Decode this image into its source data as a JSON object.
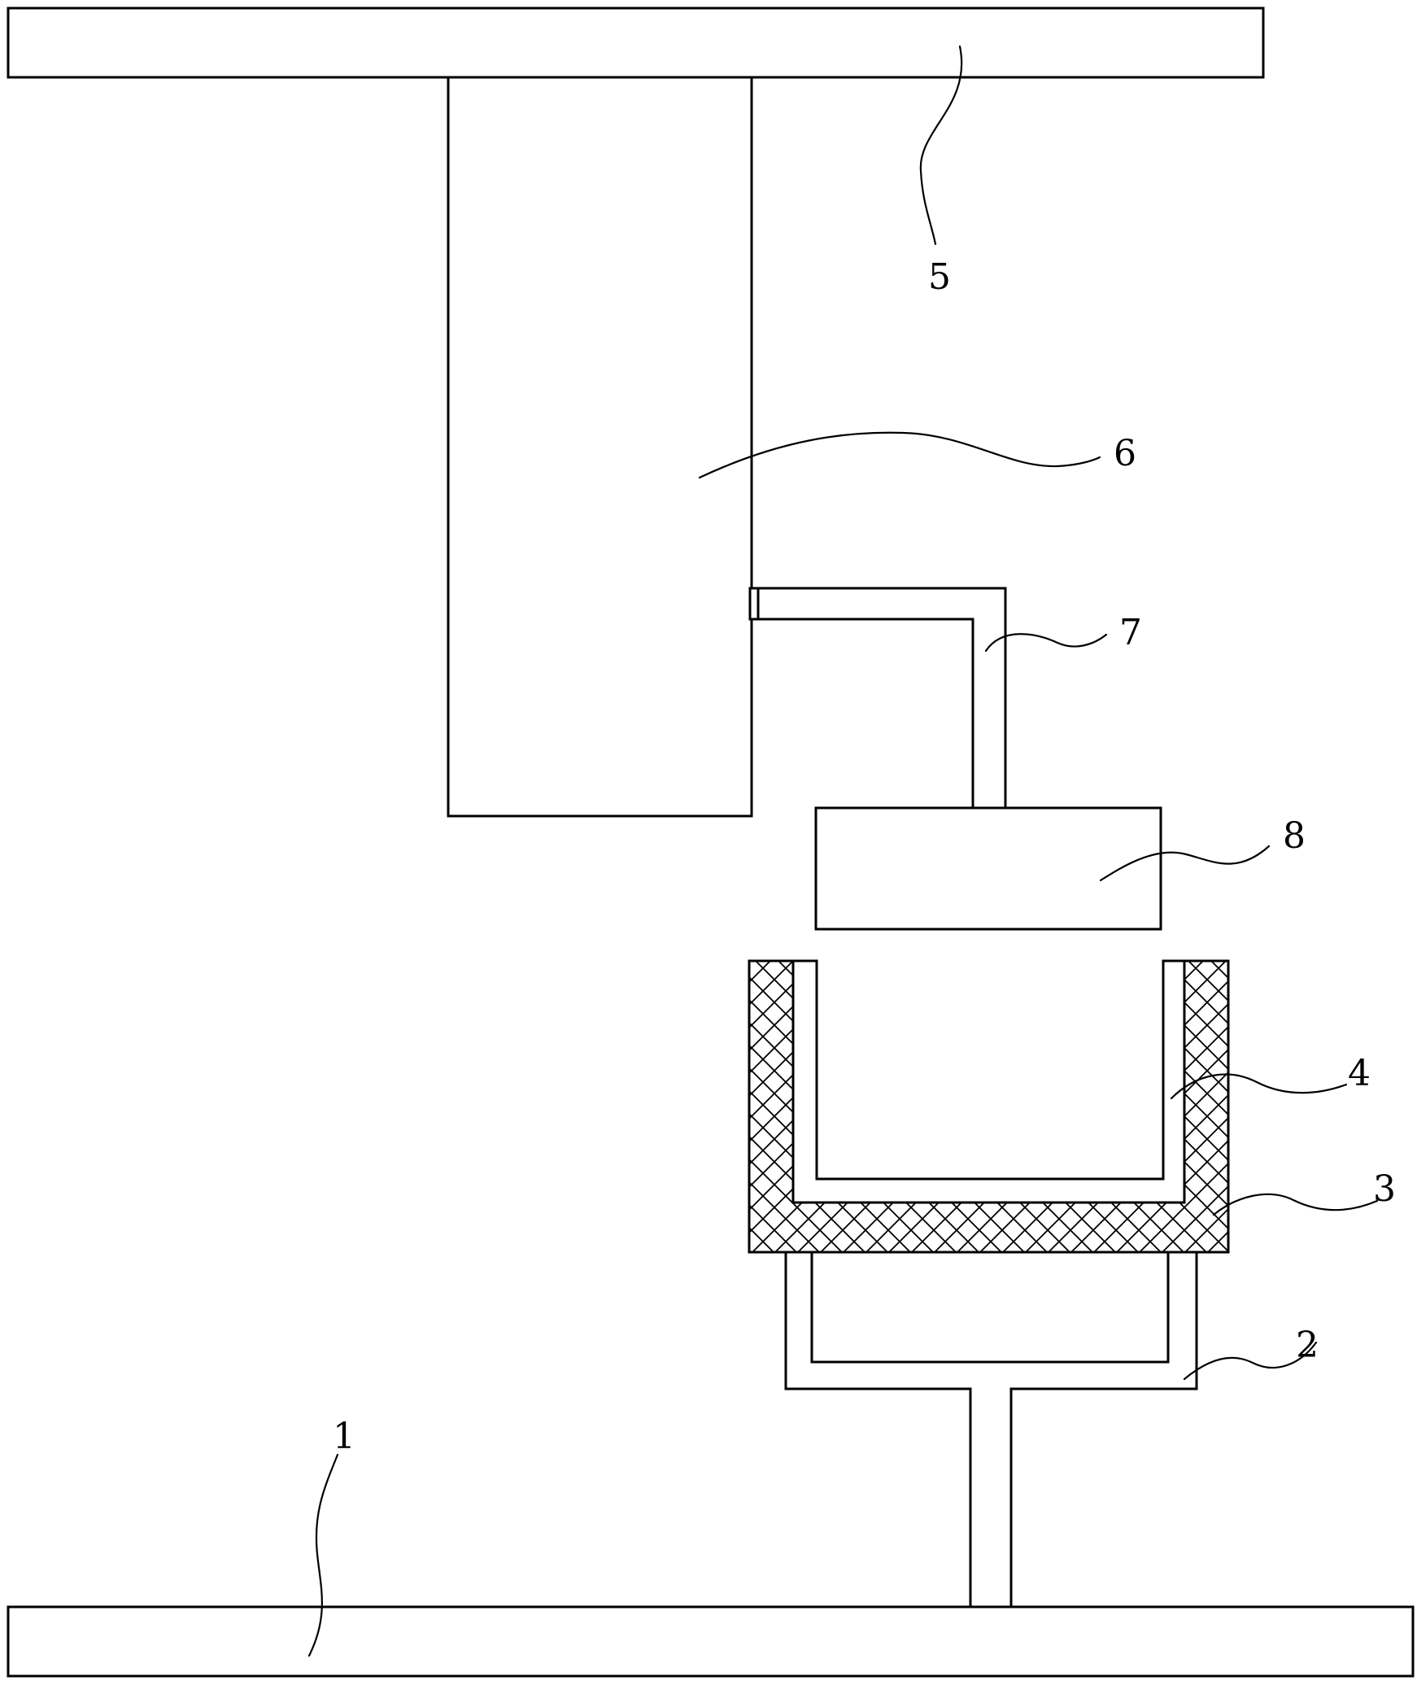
{
  "labels": {
    "part_1": "1",
    "part_2": "2",
    "part_3": "3",
    "part_4": "4",
    "part_5": "5",
    "part_6": "6",
    "part_7": "7",
    "part_8": "8"
  },
  "colors": {
    "line": "#000000",
    "background": "#ffffff"
  }
}
